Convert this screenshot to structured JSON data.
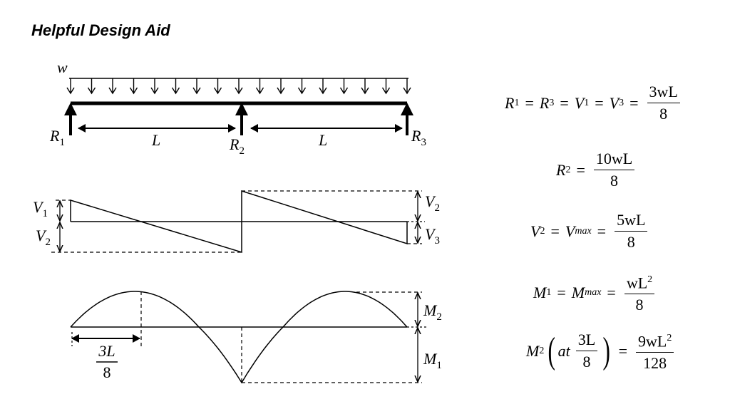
{
  "title": "Helpful Design Aid",
  "beam": {
    "load": "w",
    "span_left": "L",
    "span_right": "L",
    "reactions": [
      {
        "symbol": "R",
        "sub": "1"
      },
      {
        "symbol": "R",
        "sub": "2"
      },
      {
        "symbol": "R",
        "sub": "3"
      }
    ],
    "load_arrow_count": 17
  },
  "shear": {
    "labels": [
      {
        "symbol": "V",
        "sub": "1"
      },
      {
        "symbol": "V",
        "sub": "2"
      },
      {
        "symbol": "V",
        "sub": "2"
      },
      {
        "symbol": "V",
        "sub": "3"
      }
    ]
  },
  "moment": {
    "labels": [
      {
        "symbol": "M",
        "sub": "2"
      },
      {
        "symbol": "M",
        "sub": "1"
      }
    ],
    "dim_num": "3L",
    "dim_den": "8"
  },
  "equations": {
    "e1": {
      "a": "R",
      "as": "1",
      "b": "R",
      "bs": "3",
      "c": "V",
      "cs": "1",
      "d": "V",
      "ds": "3",
      "num": "3wL",
      "den": "8"
    },
    "e2": {
      "a": "R",
      "as": "2",
      "num": "10wL",
      "den": "8"
    },
    "e3": {
      "a": "V",
      "as": "2",
      "b": "V",
      "bs": "max",
      "num": "5wL",
      "den": "8"
    },
    "e4": {
      "a": "M",
      "as": "1",
      "b": "M",
      "bs": "max",
      "num": "wL",
      "sup": "2",
      "den": "8"
    },
    "e5": {
      "a": "M",
      "as": "2",
      "at": "at",
      "fnum": "3L",
      "fden": "8",
      "num": "9wL",
      "sup": "2",
      "den": "128"
    }
  }
}
